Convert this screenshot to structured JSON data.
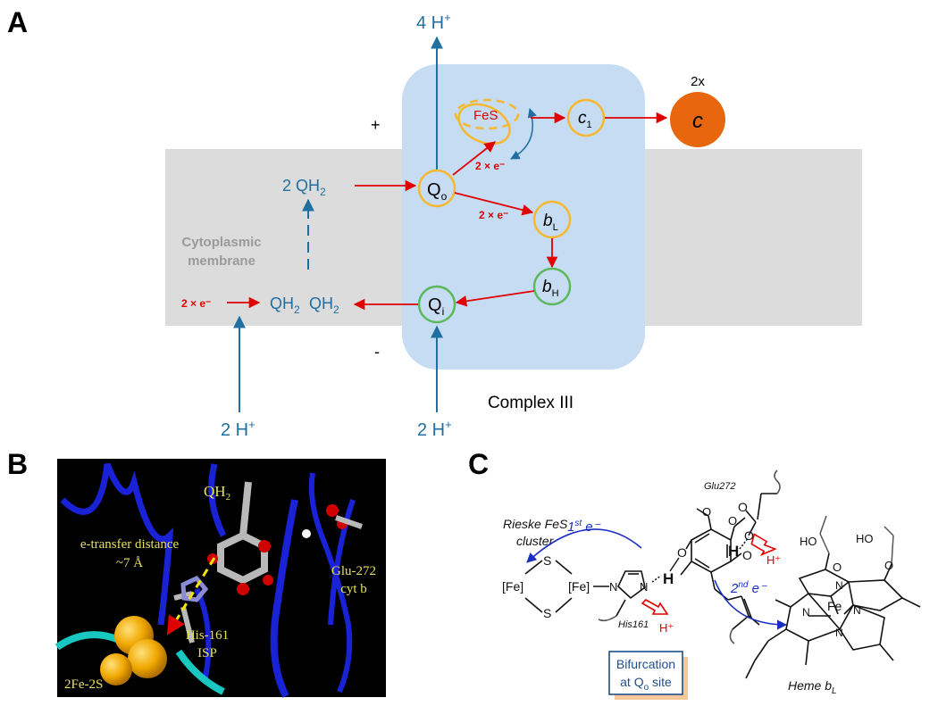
{
  "panels": {
    "a": "A",
    "b": "B",
    "c": "C"
  },
  "panel_a": {
    "membrane_label": [
      "Cytoplasmic",
      "membrane"
    ],
    "complex_label": "Complex III",
    "plus_sign": "+",
    "minus_sign": "-",
    "proton_top": "4 H",
    "proton_bottom_left": "2 H",
    "proton_bottom_mid": "2 H",
    "proton_sup": "+",
    "qh2_top": "2 QH",
    "qh2_sub": "2",
    "qh2_bottom_1": "QH",
    "qh2_bottom_2": "QH",
    "electrons_left": "2 × e⁻",
    "electrons_fes": "2 × e⁻",
    "electrons_bl": "2 × e⁻",
    "fes": "FeS",
    "c1": "c",
    "c1_sub": "1",
    "c_label": "c",
    "c_multiplier": "2x",
    "qo": "Q",
    "qo_sub": "o",
    "qi": "Q",
    "qi_sub": "i",
    "bl": "b",
    "bl_sub": "L",
    "bh": "b",
    "bh_sub": "H",
    "colors": {
      "membrane": "#dcdcdc",
      "complex": "#c6dcf2",
      "site_ring": "#f5b830",
      "green_ring": "#5cb85c",
      "cyt_c": "#e8660e",
      "arrow_red": "#e00000",
      "arrow_blue": "#1f6fa0"
    }
  },
  "panel_b": {
    "qh2": "QH",
    "qh2_sub": "2",
    "distance_line1": "e-transfer distance",
    "distance_line2": "~7 Å",
    "glu_line1": "Glu-272",
    "glu_line2": "cyt b",
    "his_line1": "His-161",
    "his_line2": "ISP",
    "cluster": "2Fe-2S"
  },
  "panel_c": {
    "glu": "Glu272",
    "rieske_line1": "Rieske FeS",
    "rieske_line2": "cluster",
    "first_e": "1",
    "first_e_sup": "st",
    "first_e_rest": " e⁻",
    "second_e": "2",
    "second_e_sup": "nd",
    "second_e_rest": " e⁻",
    "his": "His161",
    "h_plus": "H⁺",
    "fe": "[Fe]",
    "s": "S",
    "n": "N",
    "o": "O",
    "h": "H",
    "fe_heme": "Fe",
    "ho": "HO",
    "heme_label": "Heme b",
    "heme_sub": "L",
    "bifurcation_line1": "Bifurcation",
    "bifurcation_line2": "at Q",
    "bifurcation_sub": "o",
    "bifurcation_rest": " site"
  }
}
